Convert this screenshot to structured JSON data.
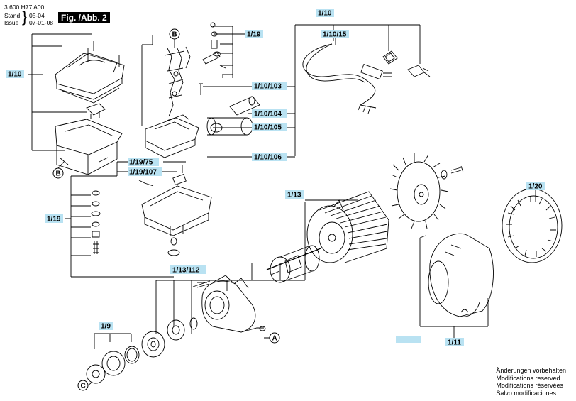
{
  "header": {
    "doc_number": "3 600 H77 A00",
    "stand_label": "Stand",
    "issue_label": "Issue",
    "stand_date": "05-04",
    "issue_date": "07-01-08",
    "figure_label": "Fig. /Abb. 2"
  },
  "callouts": [
    {
      "id": "c-1-10-top",
      "text": "1/10"
    },
    {
      "id": "c-1-10-15",
      "text": "1/10/15"
    },
    {
      "id": "c-1-19-top",
      "text": "1/19"
    },
    {
      "id": "c-1-10-left",
      "text": "1/10"
    },
    {
      "id": "c-1-10-103",
      "text": "1/10/103"
    },
    {
      "id": "c-1-10-104",
      "text": "1/10/104"
    },
    {
      "id": "c-1-10-105",
      "text": "1/10/105"
    },
    {
      "id": "c-1-10-106",
      "text": "1/10/106"
    },
    {
      "id": "c-1-19-75",
      "text": "1/19/75"
    },
    {
      "id": "c-1-19-107",
      "text": "1/19/107"
    },
    {
      "id": "c-1-19-left",
      "text": "1/19"
    },
    {
      "id": "c-1-13",
      "text": "1/13"
    },
    {
      "id": "c-1-13-112",
      "text": "1/13/112"
    },
    {
      "id": "c-1-20",
      "text": "1/20"
    },
    {
      "id": "c-1-9",
      "text": "1/9"
    },
    {
      "id": "c-1-11",
      "text": "1/11"
    }
  ],
  "markers": {
    "a": "A",
    "b_top": "B",
    "b_left": "B",
    "c": "C"
  },
  "notes": [
    "Änderungen vorbehalten",
    "Modifications reserved",
    "Modifications réservées",
    "Salvo modificaciones"
  ],
  "colors": {
    "callout_fill": "#b9e2f2",
    "line": "#000000"
  }
}
